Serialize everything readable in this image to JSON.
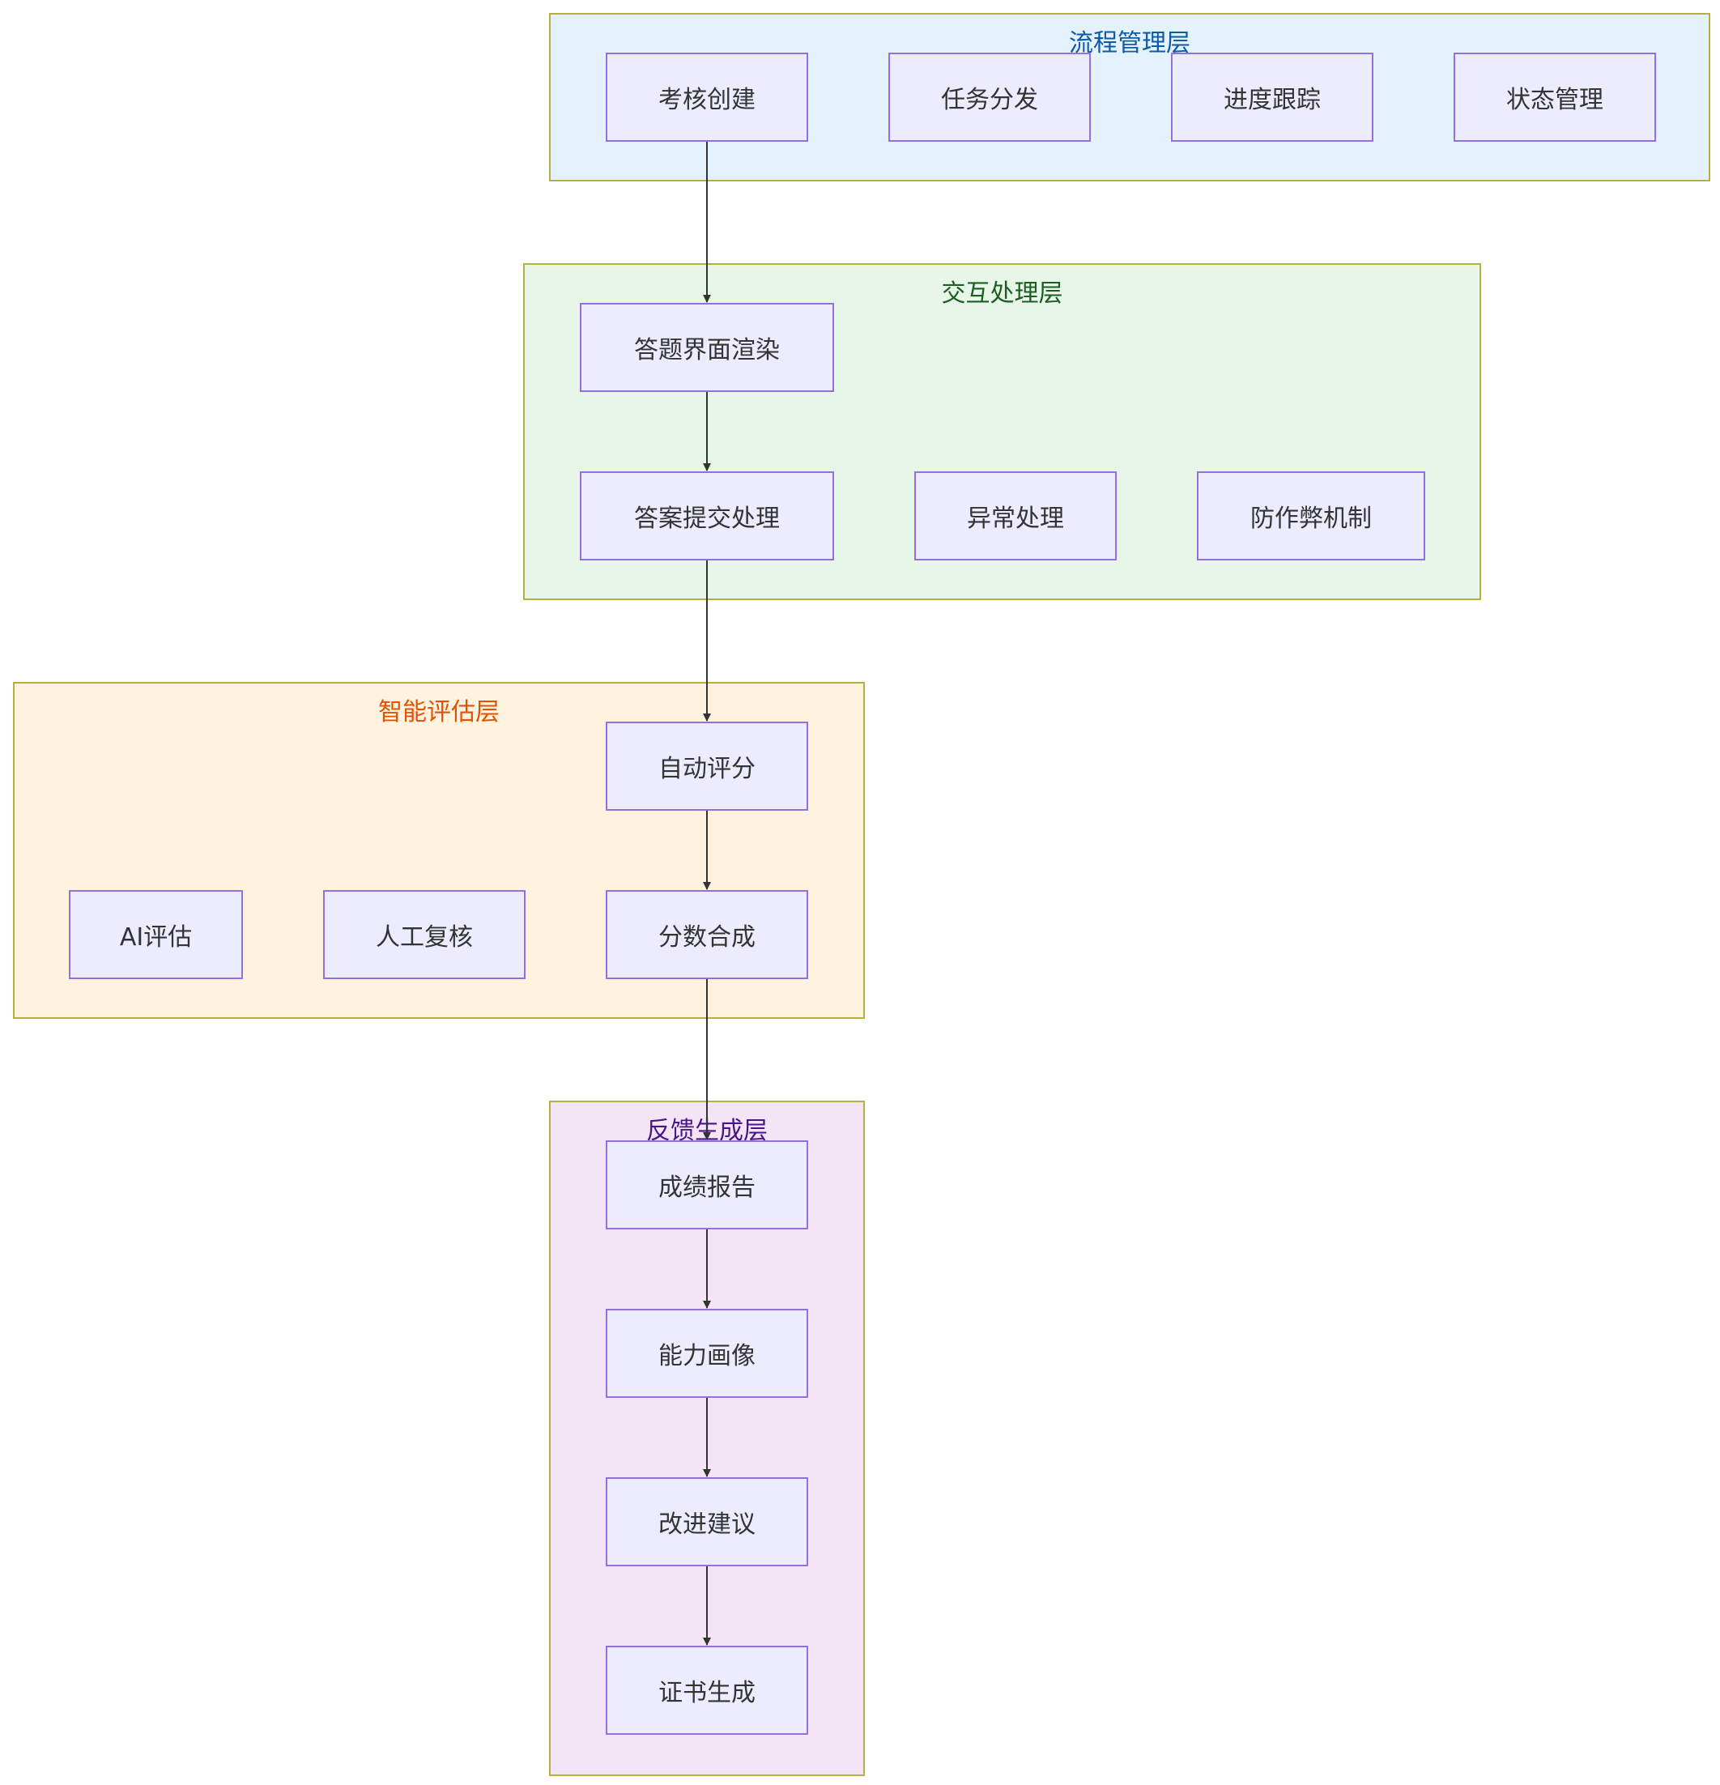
{
  "colors": {
    "layer_border": "#b4b042",
    "node_border": "#9370db",
    "node_fill": "#ececff",
    "node_text": "#333333",
    "edge": "#333333"
  },
  "layers": {
    "process": {
      "title": "流程管理层",
      "fill": "#e3f2fd",
      "title_color": "#0d5aa7"
    },
    "interaction": {
      "title": "交互处理层",
      "fill": "#e8f5e9",
      "title_color": "#1b5e20"
    },
    "evaluation": {
      "title": "智能评估层",
      "fill": "#fff3e0",
      "title_color": "#e65100"
    },
    "feedback": {
      "title": "反馈生成层",
      "fill": "#f3e5f5",
      "title_color": "#4a148c"
    }
  },
  "nodes": {
    "exam_create": "考核创建",
    "task_dispatch": "任务分发",
    "progress_track": "进度跟踪",
    "status_manage": "状态管理",
    "ui_render": "答题界面渲染",
    "answer_submit": "答案提交处理",
    "exception_handle": "异常处理",
    "anti_cheat": "防作弊机制",
    "auto_score": "自动评分",
    "ai_eval": "AI评估",
    "manual_review": "人工复核",
    "score_merge": "分数合成",
    "score_report": "成绩报告",
    "ability_profile": "能力画像",
    "improve_advice": "改进建议",
    "certificate": "证书生成"
  },
  "edges": [
    [
      "exam_create",
      "ui_render"
    ],
    [
      "ui_render",
      "answer_submit"
    ],
    [
      "answer_submit",
      "auto_score"
    ],
    [
      "auto_score",
      "score_merge"
    ],
    [
      "score_merge",
      "score_report"
    ],
    [
      "score_report",
      "ability_profile"
    ],
    [
      "ability_profile",
      "improve_advice"
    ],
    [
      "improve_advice",
      "certificate"
    ]
  ]
}
